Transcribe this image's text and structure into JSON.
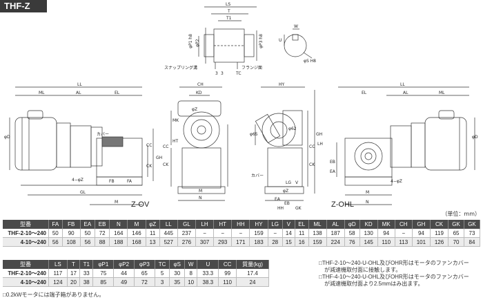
{
  "model": "THF-Z",
  "views": {
    "left": "Z-OV",
    "right": "Z-OHL"
  },
  "unit_note": "（単位：mm）",
  "top_detail": {
    "labels": [
      "LS",
      "T",
      "T1",
      "φP1 h8",
      "φP2",
      "φP3 h8",
      "3",
      "3",
      "TC",
      "スナップリング溝",
      "フランジ面"
    ],
    "key_labels": [
      "W",
      "U",
      "φS H8"
    ]
  },
  "dim_labels": {
    "ov": [
      "LL",
      "ML",
      "AL",
      "EL",
      "φD",
      "カバー",
      "4−φZ",
      "FB",
      "FA",
      "GL",
      "M",
      "CK",
      "CC",
      "GH"
    ],
    "front": [
      "CH",
      "KD",
      "MK",
      "φZ",
      "HT",
      "CC",
      "CK",
      "N",
      "M"
    ],
    "side": [
      "HY",
      "φ65",
      "φ62",
      "カバー",
      "LG",
      "V",
      "EA",
      "EB",
      "HH",
      "GK",
      "φZ",
      "CK",
      "CC",
      "GH",
      "LH"
    ],
    "ohl": [
      "LL",
      "EL",
      "AL",
      "ML",
      "φD",
      "N",
      "M",
      "4−φZ",
      "EB",
      "EA"
    ]
  },
  "table1": {
    "headers": [
      "型番",
      "FA",
      "FB",
      "EA",
      "EB",
      "N",
      "M",
      "φZ",
      "LL",
      "GL",
      "LH",
      "HT",
      "HH",
      "HY",
      "LG",
      "V",
      "EL",
      "ML",
      "AL",
      "φD",
      "KD",
      "MK",
      "CH",
      "GH",
      "CK",
      "GK"
    ],
    "rows": [
      [
        "THF-2-10〜240",
        "50",
        "90",
        "50",
        "72",
        "164",
        "146",
        "11",
        "445",
        "237",
        "−",
        "−",
        "−",
        "159",
        "−",
        "14",
        "11",
        "138",
        "187",
        "58",
        "130",
        "94",
        "−",
        "94",
        "119",
        "65",
        "73"
      ],
      [
        "4-10〜240",
        "56",
        "108",
        "56",
        "88",
        "188",
        "168",
        "13",
        "527",
        "276",
        "307",
        "293",
        "171",
        "183",
        "28",
        "15",
        "16",
        "159",
        "224",
        "76",
        "145",
        "110",
        "113",
        "101",
        "126",
        "70",
        "84"
      ]
    ]
  },
  "table2": {
    "headers": [
      "型番",
      "LS",
      "T",
      "T1",
      "φP1",
      "φP2",
      "φP3",
      "TC",
      "φS",
      "W",
      "U",
      "CC",
      "質量(kg)"
    ],
    "rows": [
      [
        "THF-2-10〜240",
        "117",
        "17",
        "33",
        "75",
        "44",
        "65",
        "5",
        "30",
        "8",
        "33.3",
        "99",
        "17.4"
      ],
      [
        "4-10〜240",
        "124",
        "20",
        "38",
        "85",
        "49",
        "72",
        "3",
        "35",
        "10",
        "38.3",
        "110",
        "24"
      ]
    ]
  },
  "notes": [
    "□THF-2-10〜240-U-OHL及びOHR形はモータのファンカバー",
    "　が減速機取付面に接触します。",
    "□THF-4-10〜240-U-OHL及びOHR形はモータのファンカバー",
    "　が減速機取付面より2.5mmはみ出ます。"
  ],
  "footnote": "□0.2kWモータには端子箱がありません。"
}
